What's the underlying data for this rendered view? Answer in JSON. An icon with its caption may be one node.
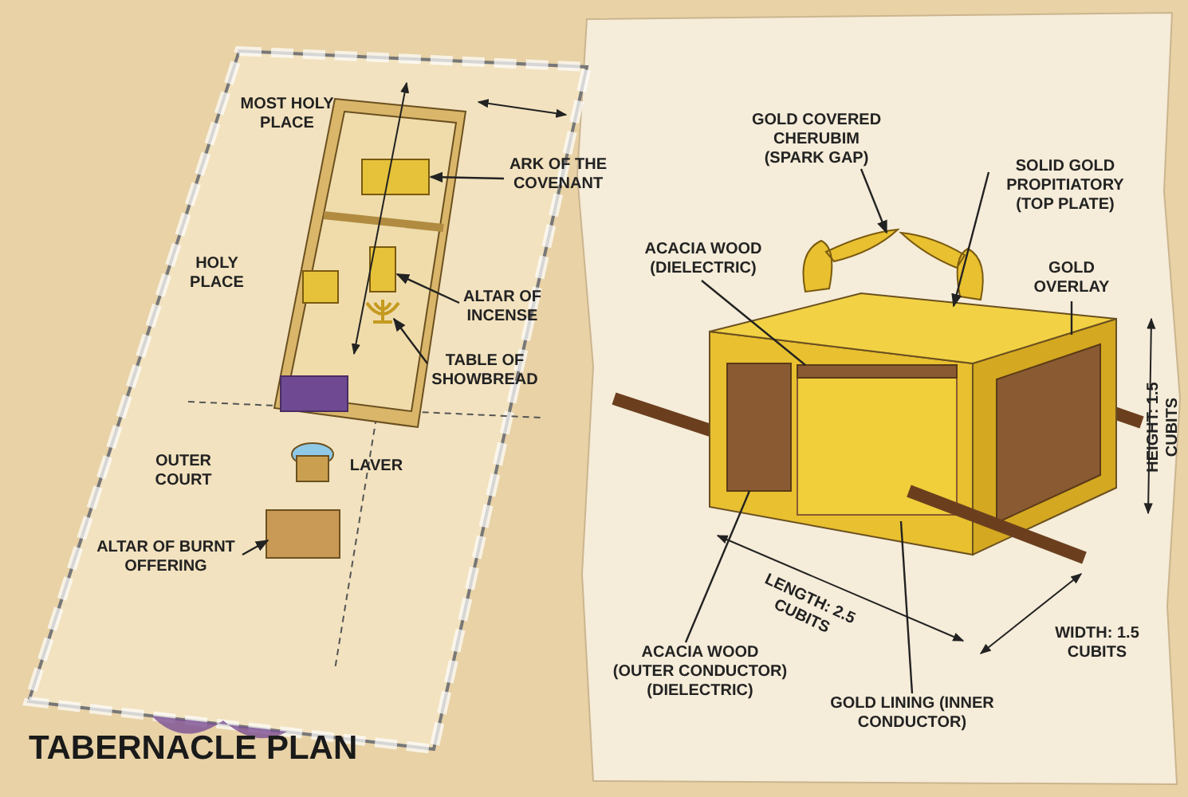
{
  "diagram": {
    "title": "TABERNACLE PLAN",
    "nodes": [
      {
        "text": [
          "ARK OF THE COVENANT"
        ]
      },
      {
        "text": [
          "ALTAR OF INCENSE"
        ]
      },
      {
        "text": [
          "TABLE OF SHOWBREAD"
        ]
      },
      {
        "text": [
          "ALTAR OF BURNT OFFERING"
        ]
      },
      {
        "text": [
          "GOLD COVERED CHERUBIM (SPARK GAP)"
        ]
      },
      {
        "text": [
          "SOLID GOLD PROPITIATORY (TOP PLATE)"
        ]
      },
      {
        "text": [
          "ACACIA WOOD (DIELECTRIC)"
        ]
      },
      {
        "text": [
          "GOLD OVERLAY"
        ]
      },
      {
        "text": [
          "ACACIA WOOD (OUTER CONDUCTOR) (DIELECTRIC)"
        ]
      },
      {
        "text": [
          "GOLD LINING (INNER CONDUCTOR)"
        ]
      },
      {
        "text": [],
        "shape": "box"
      },
      {
        "text": [],
        "shape": "box"
      },
      {
        "text": [],
        "shape": "picture"
      },
      {
        "text": [],
        "shape": "box"
      },
      {
        "text": [],
        "shape": "picture"
      },
      {
        "text": [],
        "shape": "picture"
      },
      {
        "text": [],
        "shape": "box"
      },
      {
        "text": [],
        "shape": "picture"
      },
      {
        "text": [],
        "shape": "box"
      },
      {
        "text": [],
        "shape": "box"
      }
    ],
    "edges": [
      {
        "from": 0,
        "to": 10,
        "arrow": "to"
      },
      {
        "from": 1,
        "to": 11,
        "arrow": "to"
      },
      {
        "from": 2,
        "to": 12,
        "arrow": "to"
      },
      {
        "from": 3,
        "to": 13,
        "arrow": "to"
      },
      {
        "from": 4,
        "to": 14,
        "arrow": "to"
      },
      {
        "from": 5,
        "to": 15,
        "arrow": "to"
      },
      {
        "from": 6,
        "to": 16,
        "arrow": "none"
      },
      {
        "from": 7,
        "to": 17,
        "arrow": "none"
      },
      {
        "from": 8,
        "to": 18,
        "arrow": "none"
      },
      {
        "from": 9,
        "to": 19,
        "arrow": "none"
      }
    ],
    "labels": [
      "MOST HOLY PLACE",
      "HOLY PLACE",
      "LAVER",
      "OUTER COURT",
      "HEIGHT: 1.5 CUBITS",
      "LENGTH: 2.5 CUBITS",
      "WIDTH: 1.5 CUBITS"
    ]
  }
}
